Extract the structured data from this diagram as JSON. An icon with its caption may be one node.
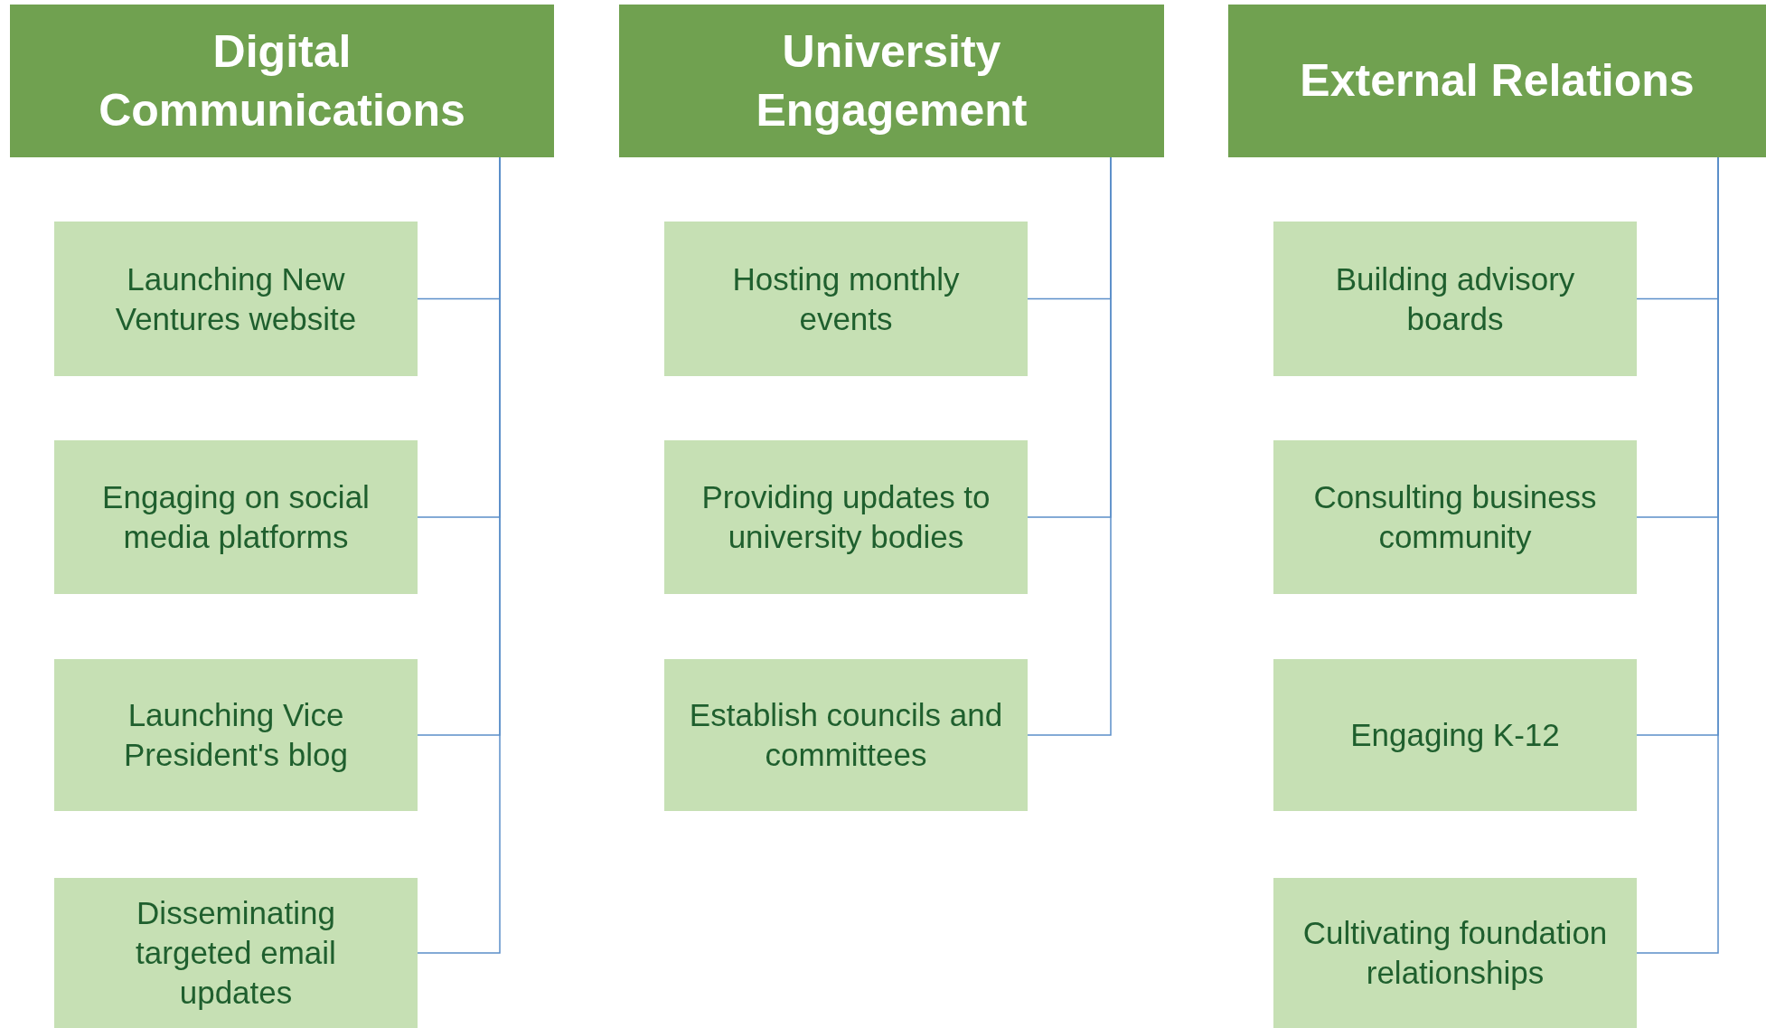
{
  "diagram": {
    "nodes": [
      {
        "text": [
          "Digital Communications"
        ]
      },
      {
        "text": [
          "Launching New Ventures website"
        ]
      },
      {
        "text": [
          "Engaging on social media platforms"
        ]
      },
      {
        "text": [
          "Launching Vice President's blog"
        ]
      },
      {
        "text": [
          "Disseminating targeted email updates"
        ]
      },
      {
        "text": [
          "University Engagement"
        ]
      },
      {
        "text": [
          "Hosting monthly events"
        ]
      },
      {
        "text": [
          "Providing updates to university bodies"
        ]
      },
      {
        "text": [
          "Establish councils and committees"
        ]
      },
      {
        "text": [
          "External Relations"
        ]
      },
      {
        "text": [
          "Building advisory boards"
        ]
      },
      {
        "text": [
          "Consulting business community"
        ]
      },
      {
        "text": [
          "Engaging K-12"
        ]
      },
      {
        "text": [
          "Cultivating foundation relationships"
        ]
      }
    ],
    "edges": [
      {
        "from": 0,
        "to": 1,
        "arrow": "none"
      },
      {
        "from": 0,
        "to": 2,
        "arrow": "none"
      },
      {
        "from": 0,
        "to": 3,
        "arrow": "none"
      },
      {
        "from": 0,
        "to": 4,
        "arrow": "none"
      },
      {
        "from": 5,
        "to": 6,
        "arrow": "none"
      },
      {
        "from": 5,
        "to": 7,
        "arrow": "none"
      },
      {
        "from": 5,
        "to": 8,
        "arrow": "none"
      },
      {
        "from": 9,
        "to": 10,
        "arrow": "none"
      },
      {
        "from": 9,
        "to": 11,
        "arrow": "none"
      },
      {
        "from": 9,
        "to": 12,
        "arrow": "none"
      },
      {
        "from": 9,
        "to": 13,
        "arrow": "none"
      }
    ]
  }
}
